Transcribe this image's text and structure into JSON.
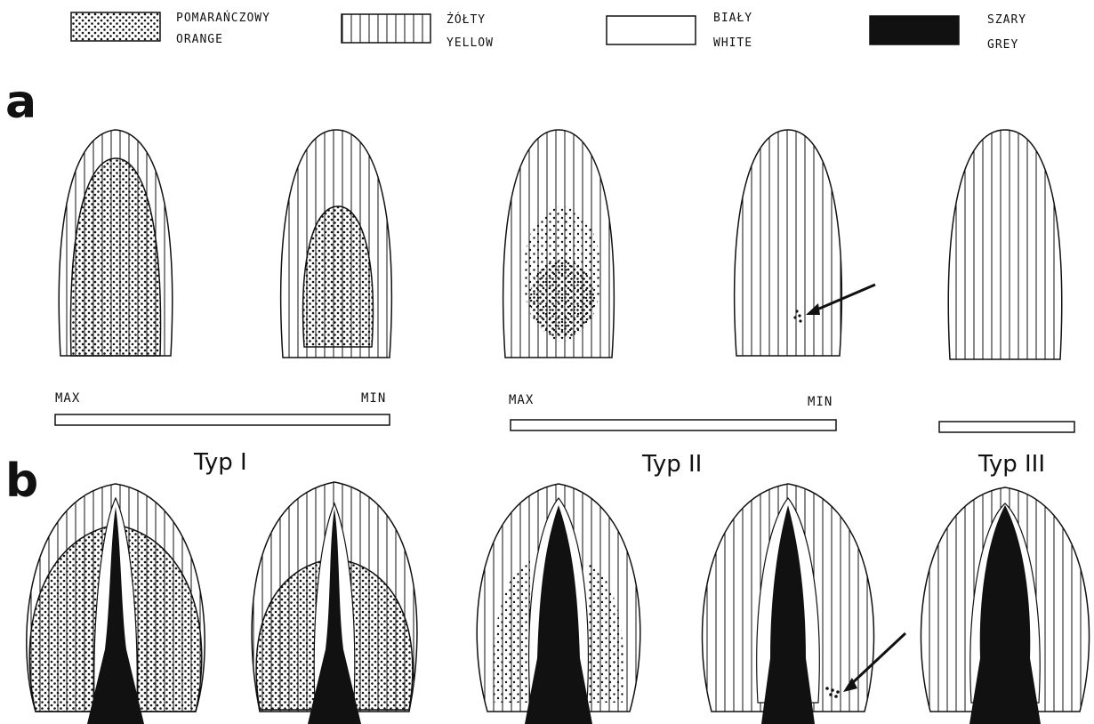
{
  "legend": [
    {
      "pattern": "orange-dots",
      "label_pl": "POMARAŃCZOWY",
      "label_en": "ORANGE"
    },
    {
      "pattern": "yellow-lines",
      "label_pl": "ŻÓŁTY",
      "label_en": "YELLOW"
    },
    {
      "pattern": "white",
      "label_pl": "BIAŁY",
      "label_en": "WHITE"
    },
    {
      "pattern": "grey-solid",
      "label_pl": "SZARY",
      "label_en": "GREY"
    }
  ],
  "panels": {
    "a": "a",
    "b": "b"
  },
  "scales": {
    "type1": {
      "max": "MAX",
      "min": "MIN"
    },
    "type2": {
      "max": "MAX",
      "min": "MIN"
    }
  },
  "types": {
    "type1": "Typ I",
    "type2": "Typ II",
    "type3": "Typ III"
  },
  "colors": {
    "ink": "#111111",
    "paper": "#ffffff"
  },
  "icons": [
    "arrow-icon",
    "arrow-icon"
  ]
}
